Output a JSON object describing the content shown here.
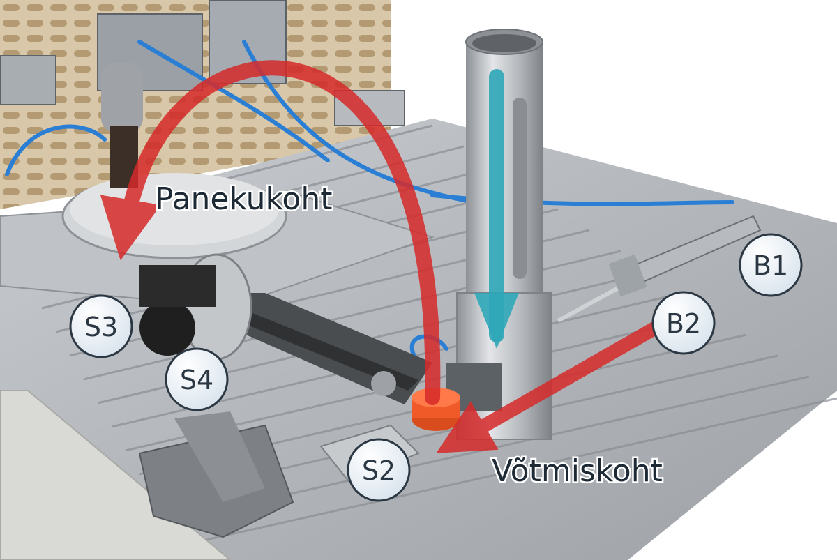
{
  "diagram": {
    "labels": {
      "placement_point": "Panekukoht",
      "pickup_point": "Võtmiskoht"
    },
    "badges": {
      "b1": "B1",
      "b2": "B2",
      "s2": "S2",
      "s3": "S3",
      "s4": "S4"
    },
    "colors": {
      "transfer_arrow": "#d62a2a",
      "feed_arrow": "#2fa7b8",
      "workpiece": "#f05a28",
      "aluminium": "#b9bcc0",
      "air_tube": "#2a7fd4",
      "badge_fill": "#eef3f8",
      "badge_stroke": "#2b3742"
    },
    "icons": {
      "feed_arrow": "arrow-down-icon",
      "transfer_arrow": "curved-arrow-icon"
    }
  }
}
